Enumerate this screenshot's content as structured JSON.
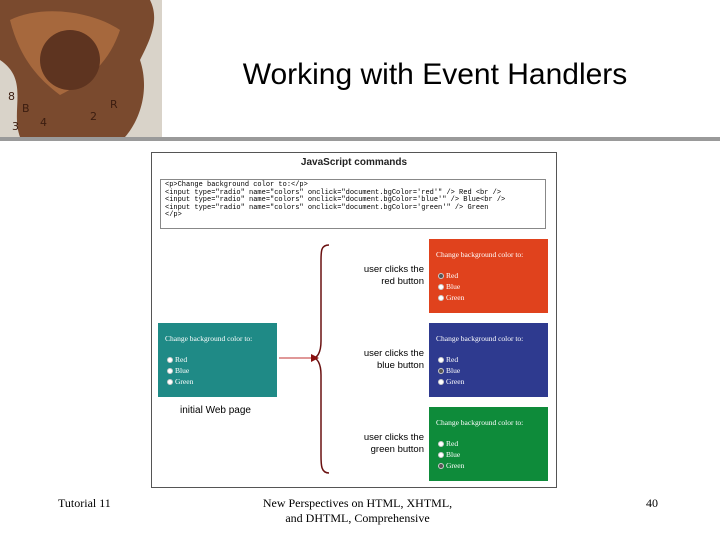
{
  "title": "Working with Event Handlers",
  "figure": {
    "heading": "JavaScript commands",
    "code_lines": [
      "<p>Change background color to:</p>",
      "<input type=\"radio\" name=\"colors\" onclick=\"document.bgColor='red'\" /> Red <br />",
      "<input type=\"radio\" name=\"colors\" onclick=\"document.bgColor='blue'\" /> Blue<br />",
      "<input type=\"radio\" name=\"colors\" onclick=\"document.bgColor='green'\" /> Green",
      "</p>"
    ],
    "panel_title": "Change background color to:",
    "options": [
      "Red",
      "Blue",
      "Green"
    ],
    "initial_label": "initial Web page",
    "captions": [
      [
        "user clicks the",
        "red button"
      ],
      [
        "user clicks the",
        "blue button"
      ],
      [
        "user clicks the",
        "green button"
      ]
    ],
    "colors": {
      "teal": "#1f8a86",
      "red": "#e0421d",
      "blue": "#2e3a8f",
      "green": "#0e8b3a"
    }
  },
  "footer": {
    "left": "Tutorial 11",
    "center_line1": "New Perspectives on HTML, XHTML,",
    "center_line2": "and DHTML, Comprehensive",
    "page": "40"
  }
}
